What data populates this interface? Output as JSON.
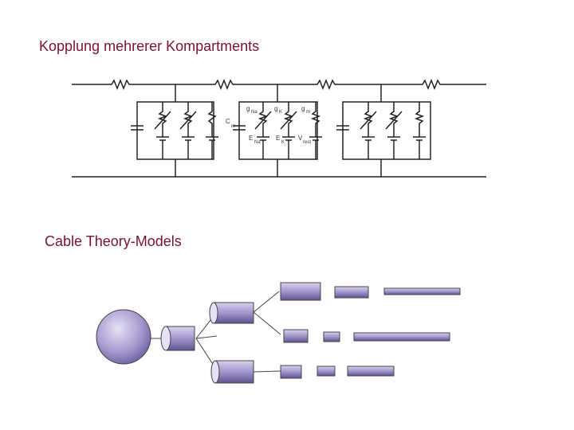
{
  "headings": {
    "coupling": "Kopplung mehrerer Kompartments",
    "cable": "Cable Theory-Models"
  },
  "circuit_labels": {
    "g_na": "g",
    "g_na_sub": "Na",
    "g_k": "g",
    "g_k_sub": "K",
    "g_m": "g",
    "g_m_sub": "m",
    "c_m": "C",
    "c_m_sub": "m",
    "e_na": "E",
    "e_na_sub": "Na",
    "e_k": "E",
    "e_k_sub": "K",
    "v_rest": "V",
    "v_rest_sub": "rest"
  },
  "colors": {
    "heading": "#7a1038",
    "wire": "#222222",
    "neuron_fill": "#a79bd0",
    "neuron_light": "#d8d2ee"
  }
}
